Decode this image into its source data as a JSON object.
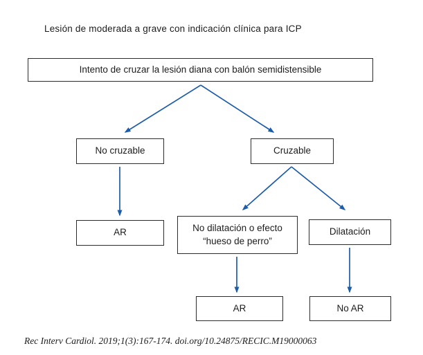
{
  "colors": {
    "arrow": "#1d5ca9",
    "box_border": "#2b2b2b",
    "text": "#1c1c1c"
  },
  "diagram": {
    "title": "Lesión de moderada a grave con indicación clínica para ICP",
    "nodes": {
      "root": "Intento de cruzar la lesión diana con balón semidistensible",
      "no_cruzable": "No cruzable",
      "cruzable": "Cruzable",
      "ar_left": "AR",
      "no_dilatacion": "No dilatación o efecto “hueso de perro”",
      "dilatacion": "Dilatación",
      "ar_middle": "AR",
      "no_ar": "No AR"
    },
    "footer": "Rec Interv Cardiol. 2019;1(3):167-174. doi.org/10.24875/RECIC.M19000063"
  }
}
